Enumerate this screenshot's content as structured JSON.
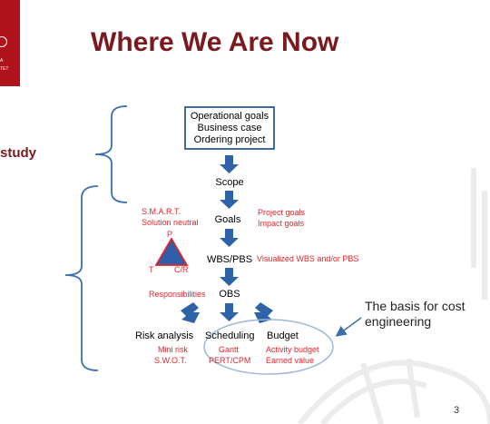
{
  "slide": {
    "title": "Where We Are Now",
    "side_label": "study",
    "page_number": "3",
    "logo_lines": [
      "A",
      "TET"
    ]
  },
  "diagram": {
    "top_box": [
      "Operational goals",
      "Business case",
      "Ordering project"
    ],
    "steps": {
      "scope": "Scope",
      "goals": "Goals",
      "wbs_pbs": "WBS/PBS",
      "obs": "OBS"
    },
    "goals_left": [
      "S.M.A.R.T.",
      "Solution neutral"
    ],
    "goals_right": [
      "Project goals",
      "Impact goals"
    ],
    "triangle": {
      "top": "P",
      "left": "T",
      "right": "C/R"
    },
    "wbs_right": "Visualized WBS and/or PBS",
    "obs_left": "Responsibilities",
    "bottom": {
      "risk": {
        "label": "Risk analysis",
        "sub": [
          "Mini risk",
          "S.W.O.T."
        ]
      },
      "scheduling": {
        "label": "Scheduling",
        "sub": [
          "Gantt",
          "PERT/CPM"
        ]
      },
      "budget": {
        "label": "Budget",
        "sub": [
          "Activity budget",
          "Earned value"
        ]
      }
    },
    "callout": [
      "The basis for cost",
      "engineering"
    ]
  },
  "colors": {
    "title": "#7a1a1f",
    "accent_red": "#e0242b",
    "arrow_blue": "#2f63a8",
    "bracket_blue": "#3a6fb0",
    "box_border": "#2f5d94",
    "triangle_fill": "#2f5fa8"
  }
}
